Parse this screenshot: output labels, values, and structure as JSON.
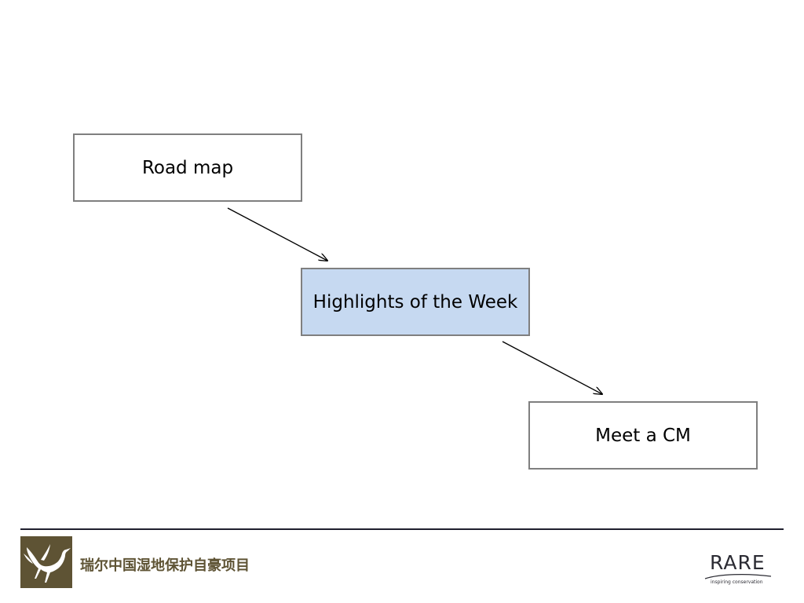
{
  "diagram": {
    "nodes": [
      {
        "id": "road",
        "label": "Road map",
        "highlighted": false
      },
      {
        "id": "highlights",
        "label": "Highlights of the Week",
        "highlighted": true
      },
      {
        "id": "meet",
        "label": "Meet a CM",
        "highlighted": false
      }
    ],
    "edges": [
      {
        "from": "road",
        "to": "highlights"
      },
      {
        "from": "highlights",
        "to": "meet"
      }
    ],
    "colors": {
      "highlight_fill": "#c6d9f1",
      "box_border": "#7f7f7f",
      "arrow": "#000000"
    }
  },
  "footer": {
    "org_name": "瑞尔中国湿地保护自豪项目",
    "logo_icon": "crane-icon",
    "logo_color": "#5e5334",
    "partner_logo": {
      "wordmark": "RARE",
      "tagline": "inspiring conservation"
    }
  }
}
